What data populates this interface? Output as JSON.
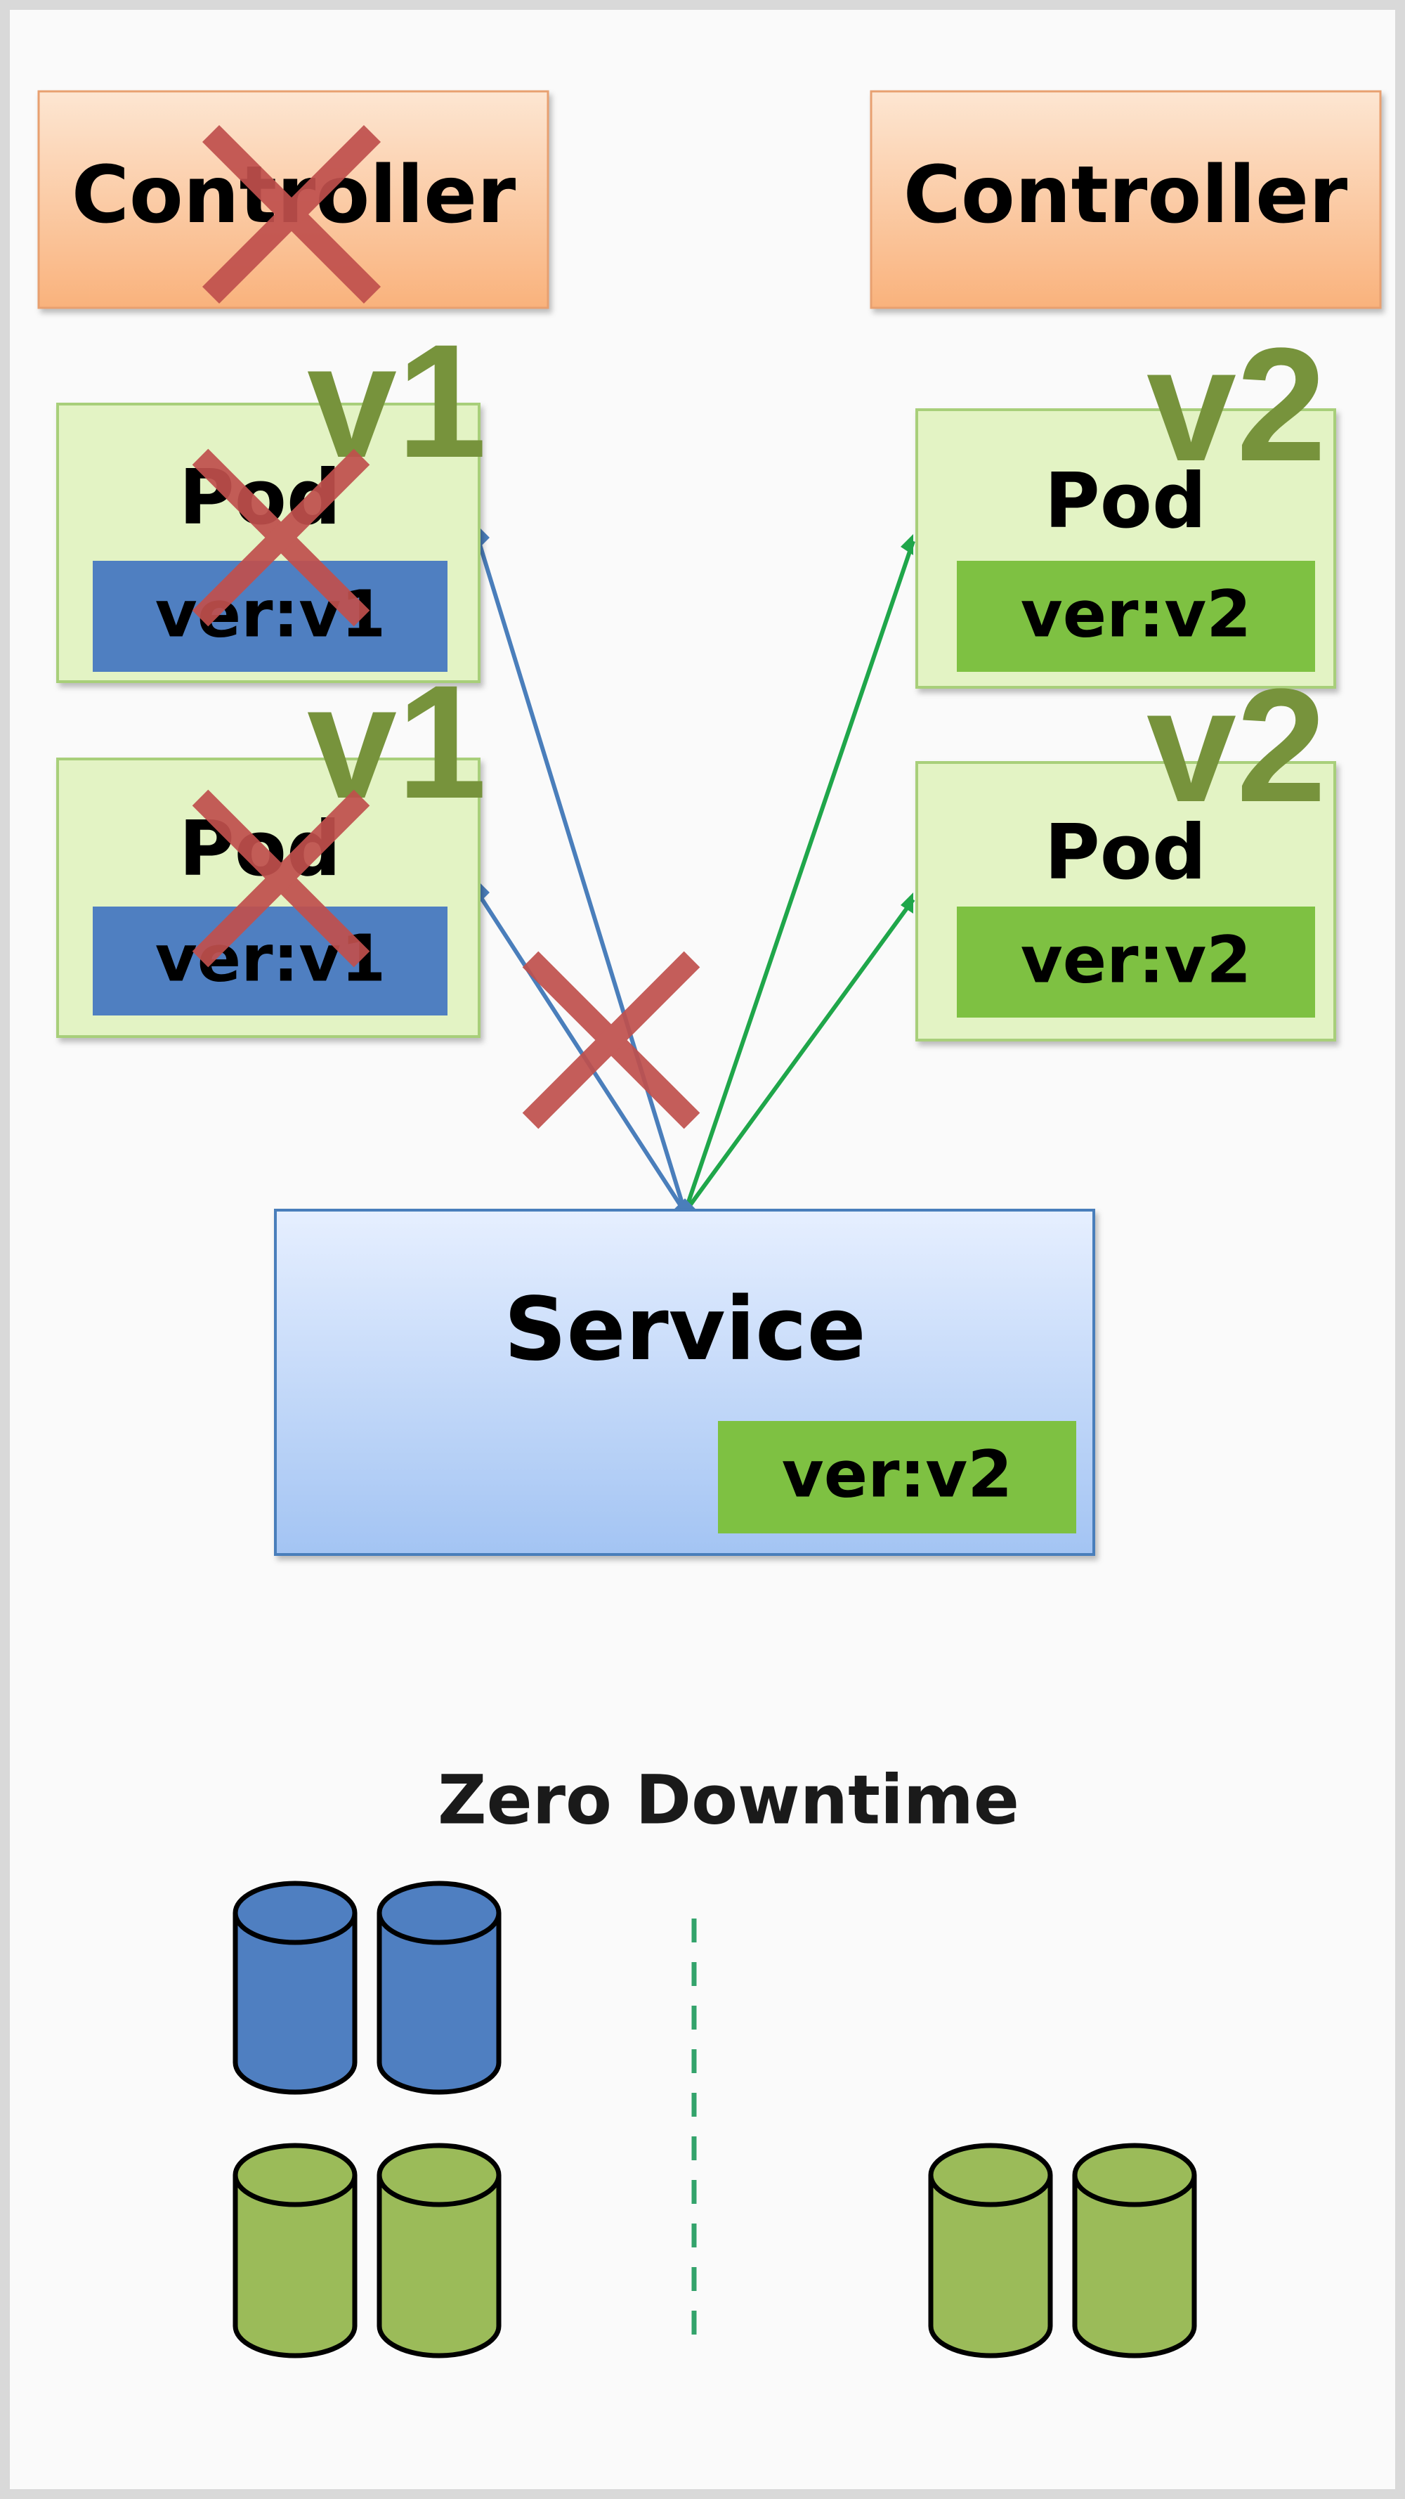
{
  "controllers": {
    "left": {
      "label": "Controller",
      "crossed": true
    },
    "right": {
      "label": "Controller",
      "crossed": false
    }
  },
  "pods": {
    "old": [
      {
        "title": "Pod",
        "tag": "ver:v1",
        "version": "v1",
        "crossed": true
      },
      {
        "title": "Pod",
        "tag": "ver:v1",
        "version": "v1",
        "crossed": true
      }
    ],
    "new": [
      {
        "title": "Pod",
        "tag": "ver:v2",
        "version": "v2"
      },
      {
        "title": "Pod",
        "tag": "ver:v2",
        "version": "v2"
      }
    ]
  },
  "service": {
    "label": "Service",
    "tag": "ver:v2"
  },
  "caption": "Zero Downtime",
  "colors": {
    "controller_top": "#fde6d2",
    "controller_bottom": "#f9b27c",
    "pod_fill": "#e3f3c4",
    "old_tag": "#4f7fc1",
    "new_tag": "#7ec142",
    "old_link": "#4a7ebb",
    "new_link": "#1fa64a",
    "cross": "#c0504d",
    "version_text": "#77933c",
    "service_top": "#e6efff",
    "service_bottom": "#a3c4f3",
    "cylinder_blue": "#4f7fc1",
    "cylinder_green": "#9bbb59",
    "divider": "#33a36b"
  }
}
